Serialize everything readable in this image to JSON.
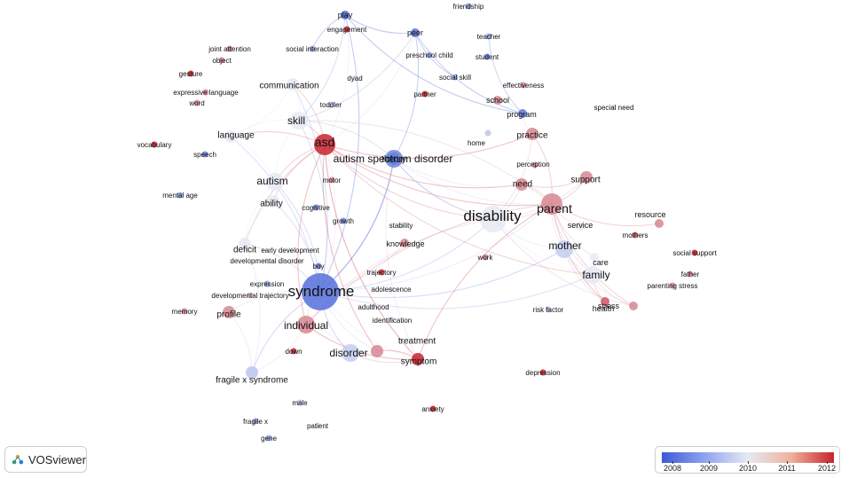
{
  "app_name": "VOSviewer",
  "colors": {
    "start": "#3c5ad6",
    "mid": "#e6e9f5",
    "end": "#c8232e"
  },
  "legend": {
    "ticks": [
      "2008",
      "2009",
      "2010",
      "2011",
      "2012"
    ]
  },
  "nodes": [
    {
      "id": "syndrome",
      "label": "syndrome",
      "year": 2008.3,
      "size": 3
    },
    {
      "id": "disability",
      "label": "disability",
      "year": 2010,
      "size": 2.5
    },
    {
      "id": "parent",
      "label": "parent",
      "year": 2011,
      "size": 2.3
    },
    {
      "id": "asd",
      "label": "asd",
      "year": 2012,
      "size": 2
    },
    {
      "id": "autism spectrum disorder",
      "label": "autism spectrum disorder",
      "year": 2008.6,
      "size": 1.6
    },
    {
      "id": "autism",
      "label": "autism",
      "year": 2010,
      "size": 1.6
    },
    {
      "id": "skill",
      "label": "skill",
      "year": 2010,
      "size": 1.6
    },
    {
      "id": "ability",
      "label": "ability",
      "year": 2010,
      "size": 1.4
    },
    {
      "id": "mother",
      "label": "mother",
      "year": 2009.6,
      "size": 1.6
    },
    {
      "id": "family",
      "label": "family",
      "year": 2010,
      "size": 1.6
    },
    {
      "id": "individual",
      "label": "individual",
      "year": 2011,
      "size": 1.6
    },
    {
      "id": "disorder",
      "label": "disorder",
      "year": 2009.6,
      "size": 1.5
    },
    {
      "id": "symptom",
      "label": "symptom",
      "year": 2012,
      "size": 1.4
    },
    {
      "id": "treatment",
      "label": "treatment",
      "year": 2011,
      "size": 1.2
    },
    {
      "id": "communication",
      "label": "communication",
      "year": 2010,
      "size": 1.2
    },
    {
      "id": "language",
      "label": "language",
      "year": 2010,
      "size": 1.2
    },
    {
      "id": "deficit",
      "label": "deficit",
      "year": 2010,
      "size": 1.2
    },
    {
      "id": "profile",
      "label": "profile",
      "year": 2011,
      "size": 1.1
    },
    {
      "id": "fragile x syndrome",
      "label": "fragile x syndrome",
      "year": 2009.5,
      "size": 1.1
    },
    {
      "id": "need",
      "label": "need",
      "year": 2011,
      "size": 1.2
    },
    {
      "id": "support",
      "label": "support",
      "year": 2011,
      "size": 1.1
    },
    {
      "id": "practice",
      "label": "practice",
      "year": 2011,
      "size": 1.1
    },
    {
      "id": "program",
      "label": "program",
      "year": 2008.4,
      "size": 1
    },
    {
      "id": "school",
      "label": "school",
      "year": 2011,
      "size": 0.9
    },
    {
      "id": "stress",
      "label": "stress",
      "year": 2011,
      "size": 1
    },
    {
      "id": "health",
      "label": "health",
      "year": 2011.5,
      "size": 1
    },
    {
      "id": "care",
      "label": "care",
      "year": 2010,
      "size": 0.9
    },
    {
      "id": "service",
      "label": "service",
      "year": 2010,
      "size": 0.9
    },
    {
      "id": "resource",
      "label": "resource",
      "year": 2011,
      "size": 0.9
    },
    {
      "id": "play",
      "label": "play",
      "year": 2008.2,
      "size": 1
    },
    {
      "id": "peer",
      "label": "peer",
      "year": 2008.3,
      "size": 1
    },
    {
      "id": "theory",
      "label": "theory",
      "year": 2008.5,
      "size": 1.1
    },
    {
      "id": "knowledge",
      "label": "knowledge",
      "year": 2011,
      "size": 0.9
    },
    {
      "id": "engagement",
      "label": "engagement",
      "year": 2012,
      "size": 0.7
    },
    {
      "id": "social interaction",
      "label": "social interaction",
      "year": 2009,
      "size": 0.8
    },
    {
      "id": "preschool child",
      "label": "preschool child",
      "year": 2009,
      "size": 0.7
    },
    {
      "id": "social skill",
      "label": "social skill",
      "year": 2009,
      "size": 0.7
    },
    {
      "id": "teacher",
      "label": "teacher",
      "year": 2009,
      "size": 0.7
    },
    {
      "id": "student",
      "label": "student",
      "year": 2008.5,
      "size": 0.7
    },
    {
      "id": "friendship",
      "label": "friendship",
      "year": 2009,
      "size": 0.6
    },
    {
      "id": "joint attention",
      "label": "joint attention",
      "year": 2011,
      "size": 0.7
    },
    {
      "id": "object",
      "label": "object",
      "year": 2011,
      "size": 0.6
    },
    {
      "id": "gesture",
      "label": "gesture",
      "year": 2012,
      "size": 0.8
    },
    {
      "id": "expressive language",
      "label": "expressive language",
      "year": 2011,
      "size": 0.6
    },
    {
      "id": "word",
      "label": "word",
      "year": 2011,
      "size": 0.7
    },
    {
      "id": "dyad",
      "label": "dyad",
      "year": 2010,
      "size": 0.6
    },
    {
      "id": "partner",
      "label": "partner",
      "year": 2012,
      "size": 0.6
    },
    {
      "id": "toddler",
      "label": "toddler",
      "year": 2009.5,
      "size": 0.7
    },
    {
      "id": "effectiveness",
      "label": "effectiveness",
      "year": 2011,
      "size": 0.6
    },
    {
      "id": "special need",
      "label": "special need",
      "year": 2010,
      "size": 0.6
    },
    {
      "id": "home",
      "label": "home",
      "year": 2009.5,
      "size": 0.7
    },
    {
      "id": "perception",
      "label": "perception",
      "year": 2011,
      "size": 0.7
    },
    {
      "id": "vocabulary",
      "label": "vocabulary",
      "year": 2012,
      "size": 0.7
    },
    {
      "id": "speech",
      "label": "speech",
      "year": 2008.5,
      "size": 0.7
    },
    {
      "id": "mental age",
      "label": "mental age",
      "year": 2009,
      "size": 0.7
    },
    {
      "id": "motor",
      "label": "motor",
      "year": 2011,
      "size": 0.6
    },
    {
      "id": "cognitive",
      "label": "cognitive",
      "year": 2008.5,
      "size": 0.7
    },
    {
      "id": "growth",
      "label": "growth",
      "year": 2008.5,
      "size": 0.7
    },
    {
      "id": "stability",
      "label": "stability",
      "year": 2010,
      "size": 0.6
    },
    {
      "id": "early development",
      "label": "early development",
      "year": 2010,
      "size": 0.6
    },
    {
      "id": "developmental disorder",
      "label": "developmental disorder",
      "year": 2010,
      "size": 0.6
    },
    {
      "id": "boy",
      "label": "boy",
      "year": 2008.5,
      "size": 0.7
    },
    {
      "id": "trajectory",
      "label": "trajectory",
      "year": 2012,
      "size": 0.7
    },
    {
      "id": "expression",
      "label": "expression",
      "year": 2009,
      "size": 0.7
    },
    {
      "id": "developmental trajectory",
      "label": "developmental trajectory",
      "year": 2010.5,
      "size": 0.6
    },
    {
      "id": "adolescence",
      "label": "adolescence",
      "year": 2010,
      "size": 0.6
    },
    {
      "id": "adulthood",
      "label": "adulthood",
      "year": 2010,
      "size": 0.6
    },
    {
      "id": "identification",
      "label": "identification",
      "year": 2010,
      "size": 0.6
    },
    {
      "id": "memory",
      "label": "memory",
      "year": 2011,
      "size": 0.6
    },
    {
      "id": "work",
      "label": "work",
      "year": 2011,
      "size": 0.6
    },
    {
      "id": "risk factor",
      "label": "risk factor",
      "year": 2009.5,
      "size": 0.6
    },
    {
      "id": "mothers",
      "label": "mothers",
      "year": 2011.5,
      "size": 0.7
    },
    {
      "id": "social support",
      "label": "social support",
      "year": 2012,
      "size": 0.6
    },
    {
      "id": "father",
      "label": "father",
      "year": 2011,
      "size": 0.6
    },
    {
      "id": "parenting stress",
      "label": "parenting stress",
      "year": 2011,
      "size": 0.6
    },
    {
      "id": "depression",
      "label": "depression",
      "year": 2012,
      "size": 0.6
    },
    {
      "id": "down",
      "label": "down",
      "year": 2012,
      "size": 0.7
    },
    {
      "id": "male",
      "label": "male",
      "year": 2009.5,
      "size": 0.6
    },
    {
      "id": "fragile x",
      "label": "fragile x",
      "year": 2009,
      "size": 0.6
    },
    {
      "id": "patient",
      "label": "patient",
      "year": 2010,
      "size": 0.6
    },
    {
      "id": "gene",
      "label": "gene",
      "year": 2009,
      "size": 0.6
    },
    {
      "id": "anxiety",
      "label": "anxiety",
      "year": 2012,
      "size": 0.6
    }
  ]
}
